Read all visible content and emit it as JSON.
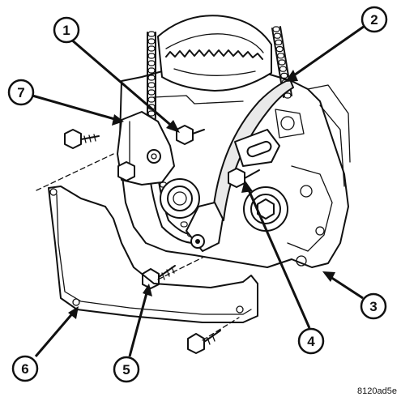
{
  "figure_id": "8120ad5e",
  "callouts": [
    "1",
    "2",
    "3",
    "4",
    "5",
    "6",
    "7"
  ]
}
